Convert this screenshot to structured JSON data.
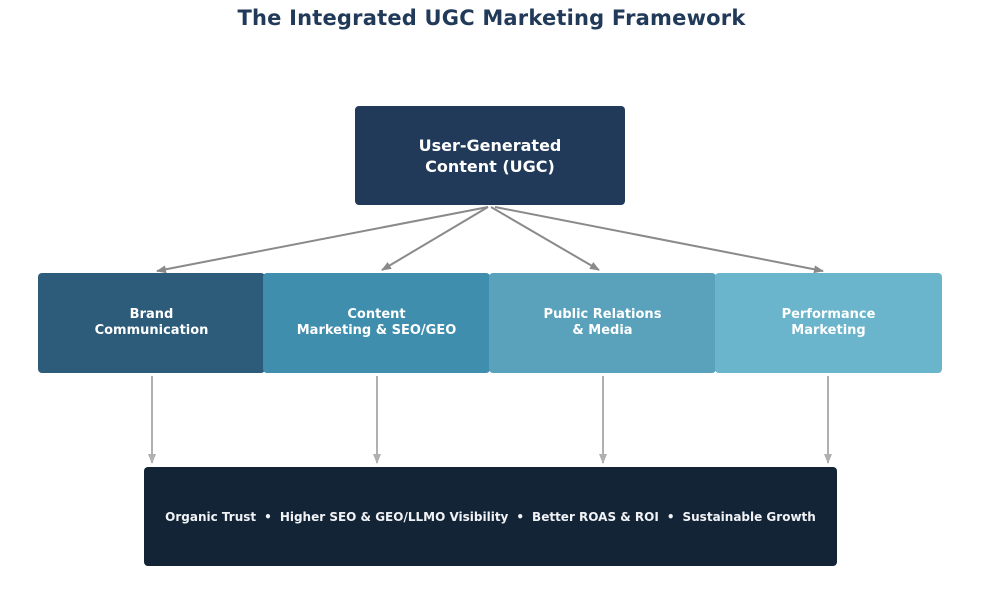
{
  "title": "The Integrated UGC Marketing Framework",
  "root": {
    "lines": [
      "User-Generated",
      "Content (UGC)"
    ],
    "color": "#213a59"
  },
  "pillars": [
    {
      "lines": [
        "Brand",
        "Communication"
      ],
      "color": "#2d5b7a"
    },
    {
      "lines": [
        "Content",
        "Marketing & SEO/GEO"
      ],
      "color": "#3f8eae"
    },
    {
      "lines": [
        "Public Relations",
        "& Media"
      ],
      "color": "#5aa1bb"
    },
    {
      "lines": [
        "Performance",
        "Marketing"
      ],
      "color": "#6ab4cc"
    }
  ],
  "outcomes": {
    "items": [
      "Organic Trust",
      "Higher SEO & GEO/LLMO Visibility",
      "Better ROAS & ROI",
      "Sustainable Growth"
    ],
    "separator": "•",
    "color": "#132436"
  },
  "colors": {
    "title": "#223a59",
    "arrow_top": "#8a8a8a",
    "arrow_bottom": "#b0b0b0"
  }
}
